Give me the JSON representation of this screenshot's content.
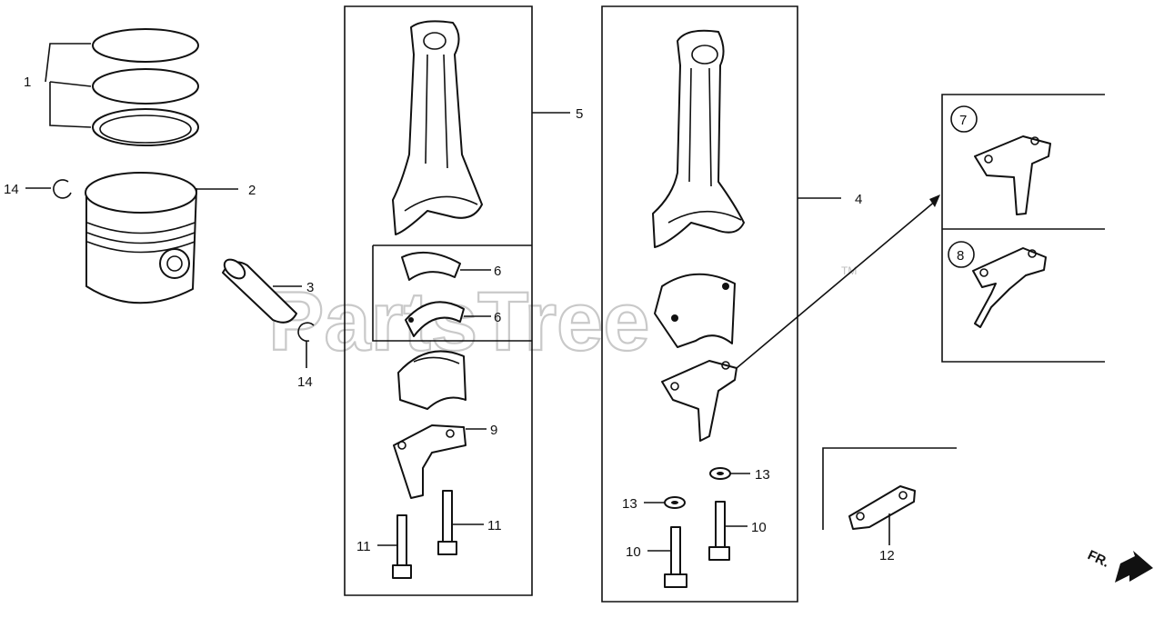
{
  "watermark": {
    "text": "PartsTree",
    "tm": "TM"
  },
  "callouts": {
    "c1": "1",
    "c2": "2",
    "c3": "3",
    "c4": "4",
    "c5": "5",
    "c6a": "6",
    "c6b": "6",
    "c7": "7",
    "c8": "8",
    "c9": "9",
    "c10a": "10",
    "c10b": "10",
    "c11a": "11",
    "c11b": "11",
    "c12": "12",
    "c13a": "13",
    "c13b": "13",
    "c14a": "14",
    "c14b": "14"
  },
  "direction": {
    "label": "FR."
  }
}
